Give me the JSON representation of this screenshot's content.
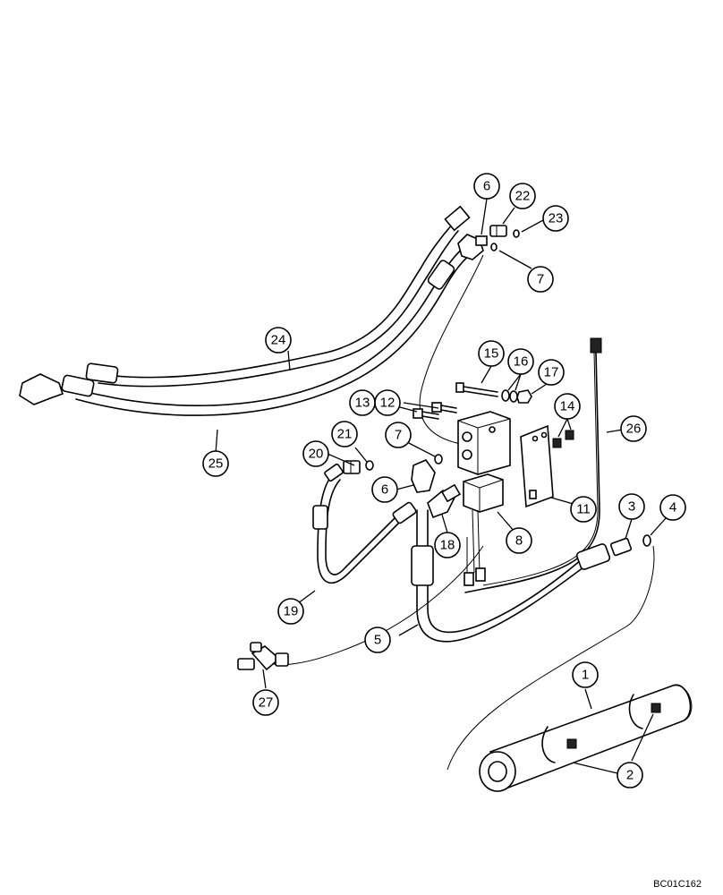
{
  "diagram": {
    "code": "BC01C162",
    "callouts": [
      {
        "id": "c1",
        "label": "1"
      },
      {
        "id": "c2",
        "label": "2"
      },
      {
        "id": "c3",
        "label": "3"
      },
      {
        "id": "c4",
        "label": "4"
      },
      {
        "id": "c5",
        "label": "5"
      },
      {
        "id": "c6a",
        "label": "6"
      },
      {
        "id": "c6b",
        "label": "6"
      },
      {
        "id": "c7a",
        "label": "7"
      },
      {
        "id": "c7b",
        "label": "7"
      },
      {
        "id": "c8",
        "label": "8"
      },
      {
        "id": "c11",
        "label": "11"
      },
      {
        "id": "c12",
        "label": "12"
      },
      {
        "id": "c13",
        "label": "13"
      },
      {
        "id": "c14",
        "label": "14"
      },
      {
        "id": "c15",
        "label": "15"
      },
      {
        "id": "c16",
        "label": "16"
      },
      {
        "id": "c17",
        "label": "17"
      },
      {
        "id": "c18",
        "label": "18"
      },
      {
        "id": "c19",
        "label": "19"
      },
      {
        "id": "c20",
        "label": "20"
      },
      {
        "id": "c21",
        "label": "21"
      },
      {
        "id": "c22",
        "label": "22"
      },
      {
        "id": "c23",
        "label": "23"
      },
      {
        "id": "c24",
        "label": "24"
      },
      {
        "id": "c25",
        "label": "25"
      },
      {
        "id": "c26",
        "label": "26"
      },
      {
        "id": "c27",
        "label": "27"
      }
    ]
  }
}
